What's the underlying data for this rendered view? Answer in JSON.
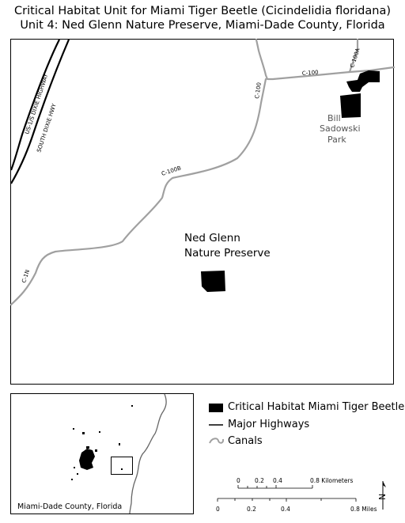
{
  "title": {
    "line1": "Critical Habitat Unit for Miami Tiger Beetle (Cicindelidia floridana)",
    "line2": "Unit 4: Ned Glenn Nature Preserve, Miami-Dade County, Florida"
  },
  "map": {
    "roads": {
      "us1": "US-1/S DIXIE HIGHWAY",
      "south_dixie": "SOUTH DIXIE HWY"
    },
    "canals": {
      "c100": "C-100",
      "c100a": "C-100A",
      "c100_vertical": "C-100",
      "c100b": "C-100B",
      "c1n": "C-1N"
    },
    "places": {
      "bill_line1": "Bill",
      "bill_line2": "Sadowski",
      "bill_line3": "Park",
      "ned_line1": "Ned Glenn",
      "ned_line2": "Nature Preserve"
    }
  },
  "inset": {
    "label": "Miami-Dade County, Florida"
  },
  "legend": {
    "critical_habitat": "Critical Habitat Miami Tiger Beetle",
    "major_highways": "Major Highways",
    "canals": "Canals"
  },
  "scalebar": {
    "km_ticks": [
      "0",
      "0.2",
      "0.4",
      "0.8 Kilometers"
    ],
    "mile_ticks": [
      "0",
      "0.2",
      "0.4",
      "0.8 Miles"
    ]
  },
  "north_arrow": {
    "symbol": "N"
  },
  "colors": {
    "canal": "#a0a0a0",
    "habitat": "#000000",
    "frame": "#000000"
  }
}
